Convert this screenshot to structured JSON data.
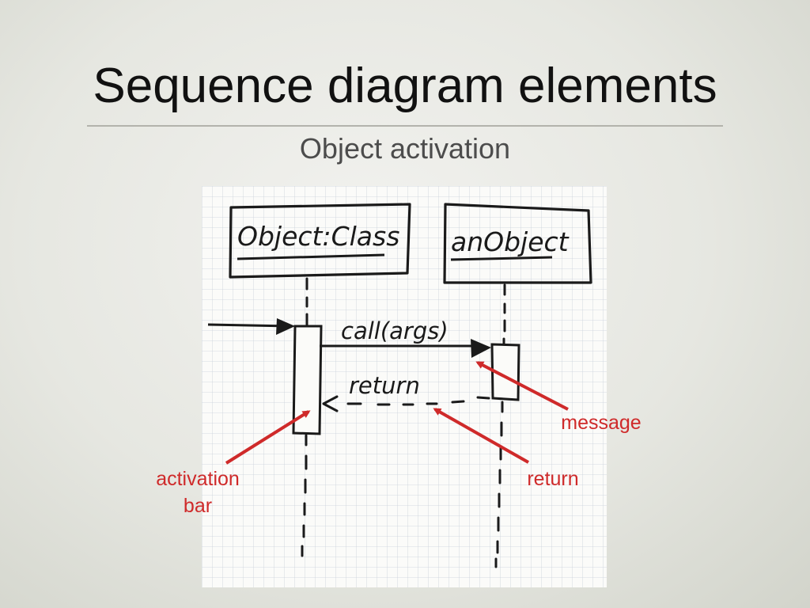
{
  "slide": {
    "title": "Sequence diagram elements",
    "subtitle": "Object activation"
  },
  "diagram": {
    "objects": [
      {
        "label": "Object:Class"
      },
      {
        "label": "anObject"
      }
    ],
    "messages": [
      {
        "label": "call(args)",
        "style": "solid"
      },
      {
        "label": "return",
        "style": "dashed"
      }
    ]
  },
  "callouts": {
    "message": "message",
    "return": "return",
    "activation_line1": "activation",
    "activation_line2": "bar"
  },
  "colors": {
    "callout": "#cf2a2a",
    "ink": "#1a1a1a",
    "grid_paper": "#fbfbf9",
    "grid_line": "#c9d1da"
  }
}
